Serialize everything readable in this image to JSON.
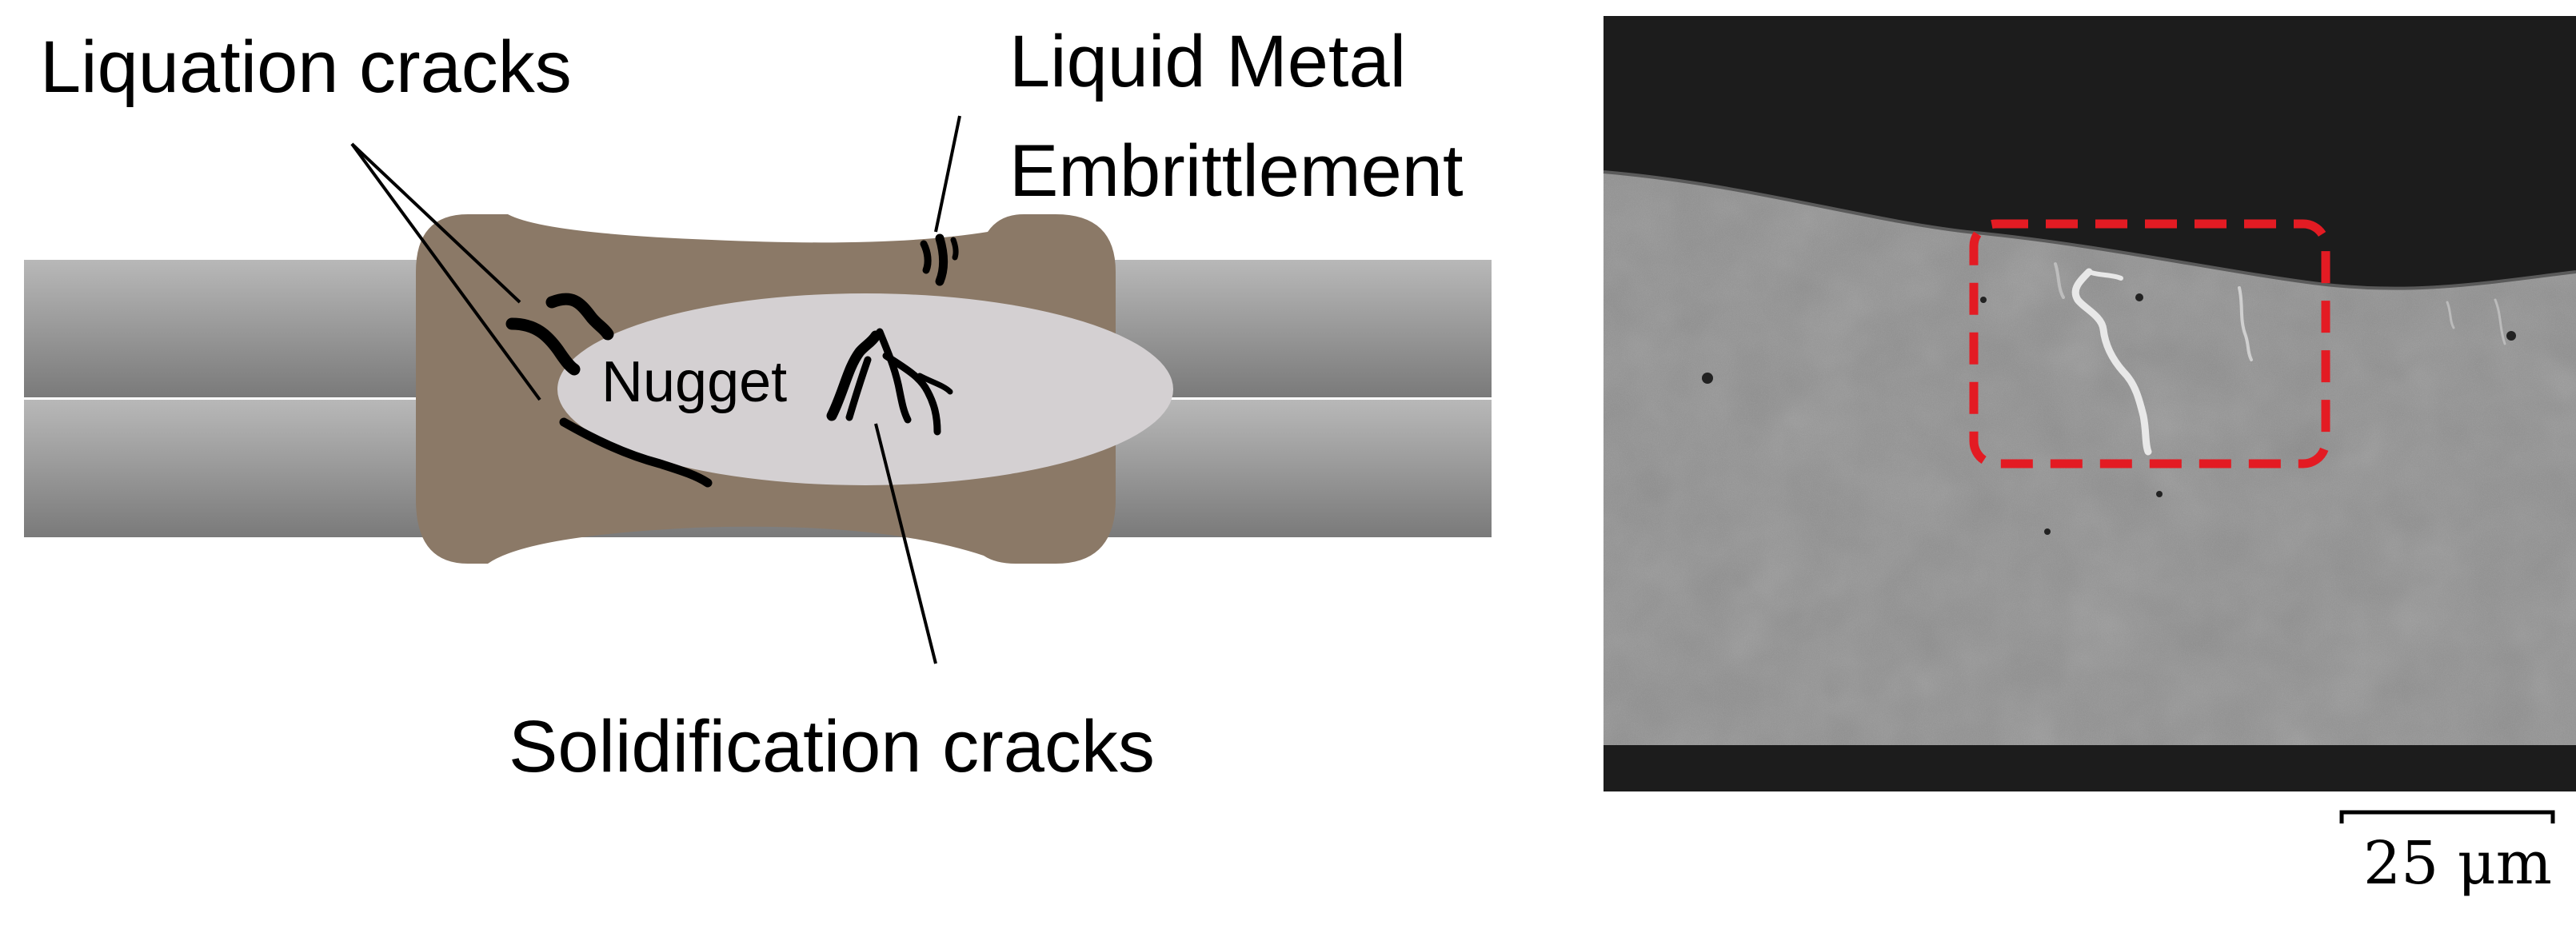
{
  "schematic": {
    "labels": {
      "liquation": "Liquation cracks",
      "lme_line1": "Liquid Metal",
      "lme_line2": "Embrittlement",
      "nugget": "Nugget",
      "solidification": "Solidification cracks"
    },
    "colors": {
      "weld_body": "#8b7967",
      "nugget": "#d4d0d2",
      "sheet_light": "#b3b3b3",
      "sheet_dark": "#7d7d7d",
      "crack": "#000000"
    }
  },
  "micrograph": {
    "scale_bar_label": "25 μm",
    "colors": {
      "background": "#1c1c1c",
      "metal": "#8f8f8f",
      "highlight_box": "#e31b23"
    }
  }
}
